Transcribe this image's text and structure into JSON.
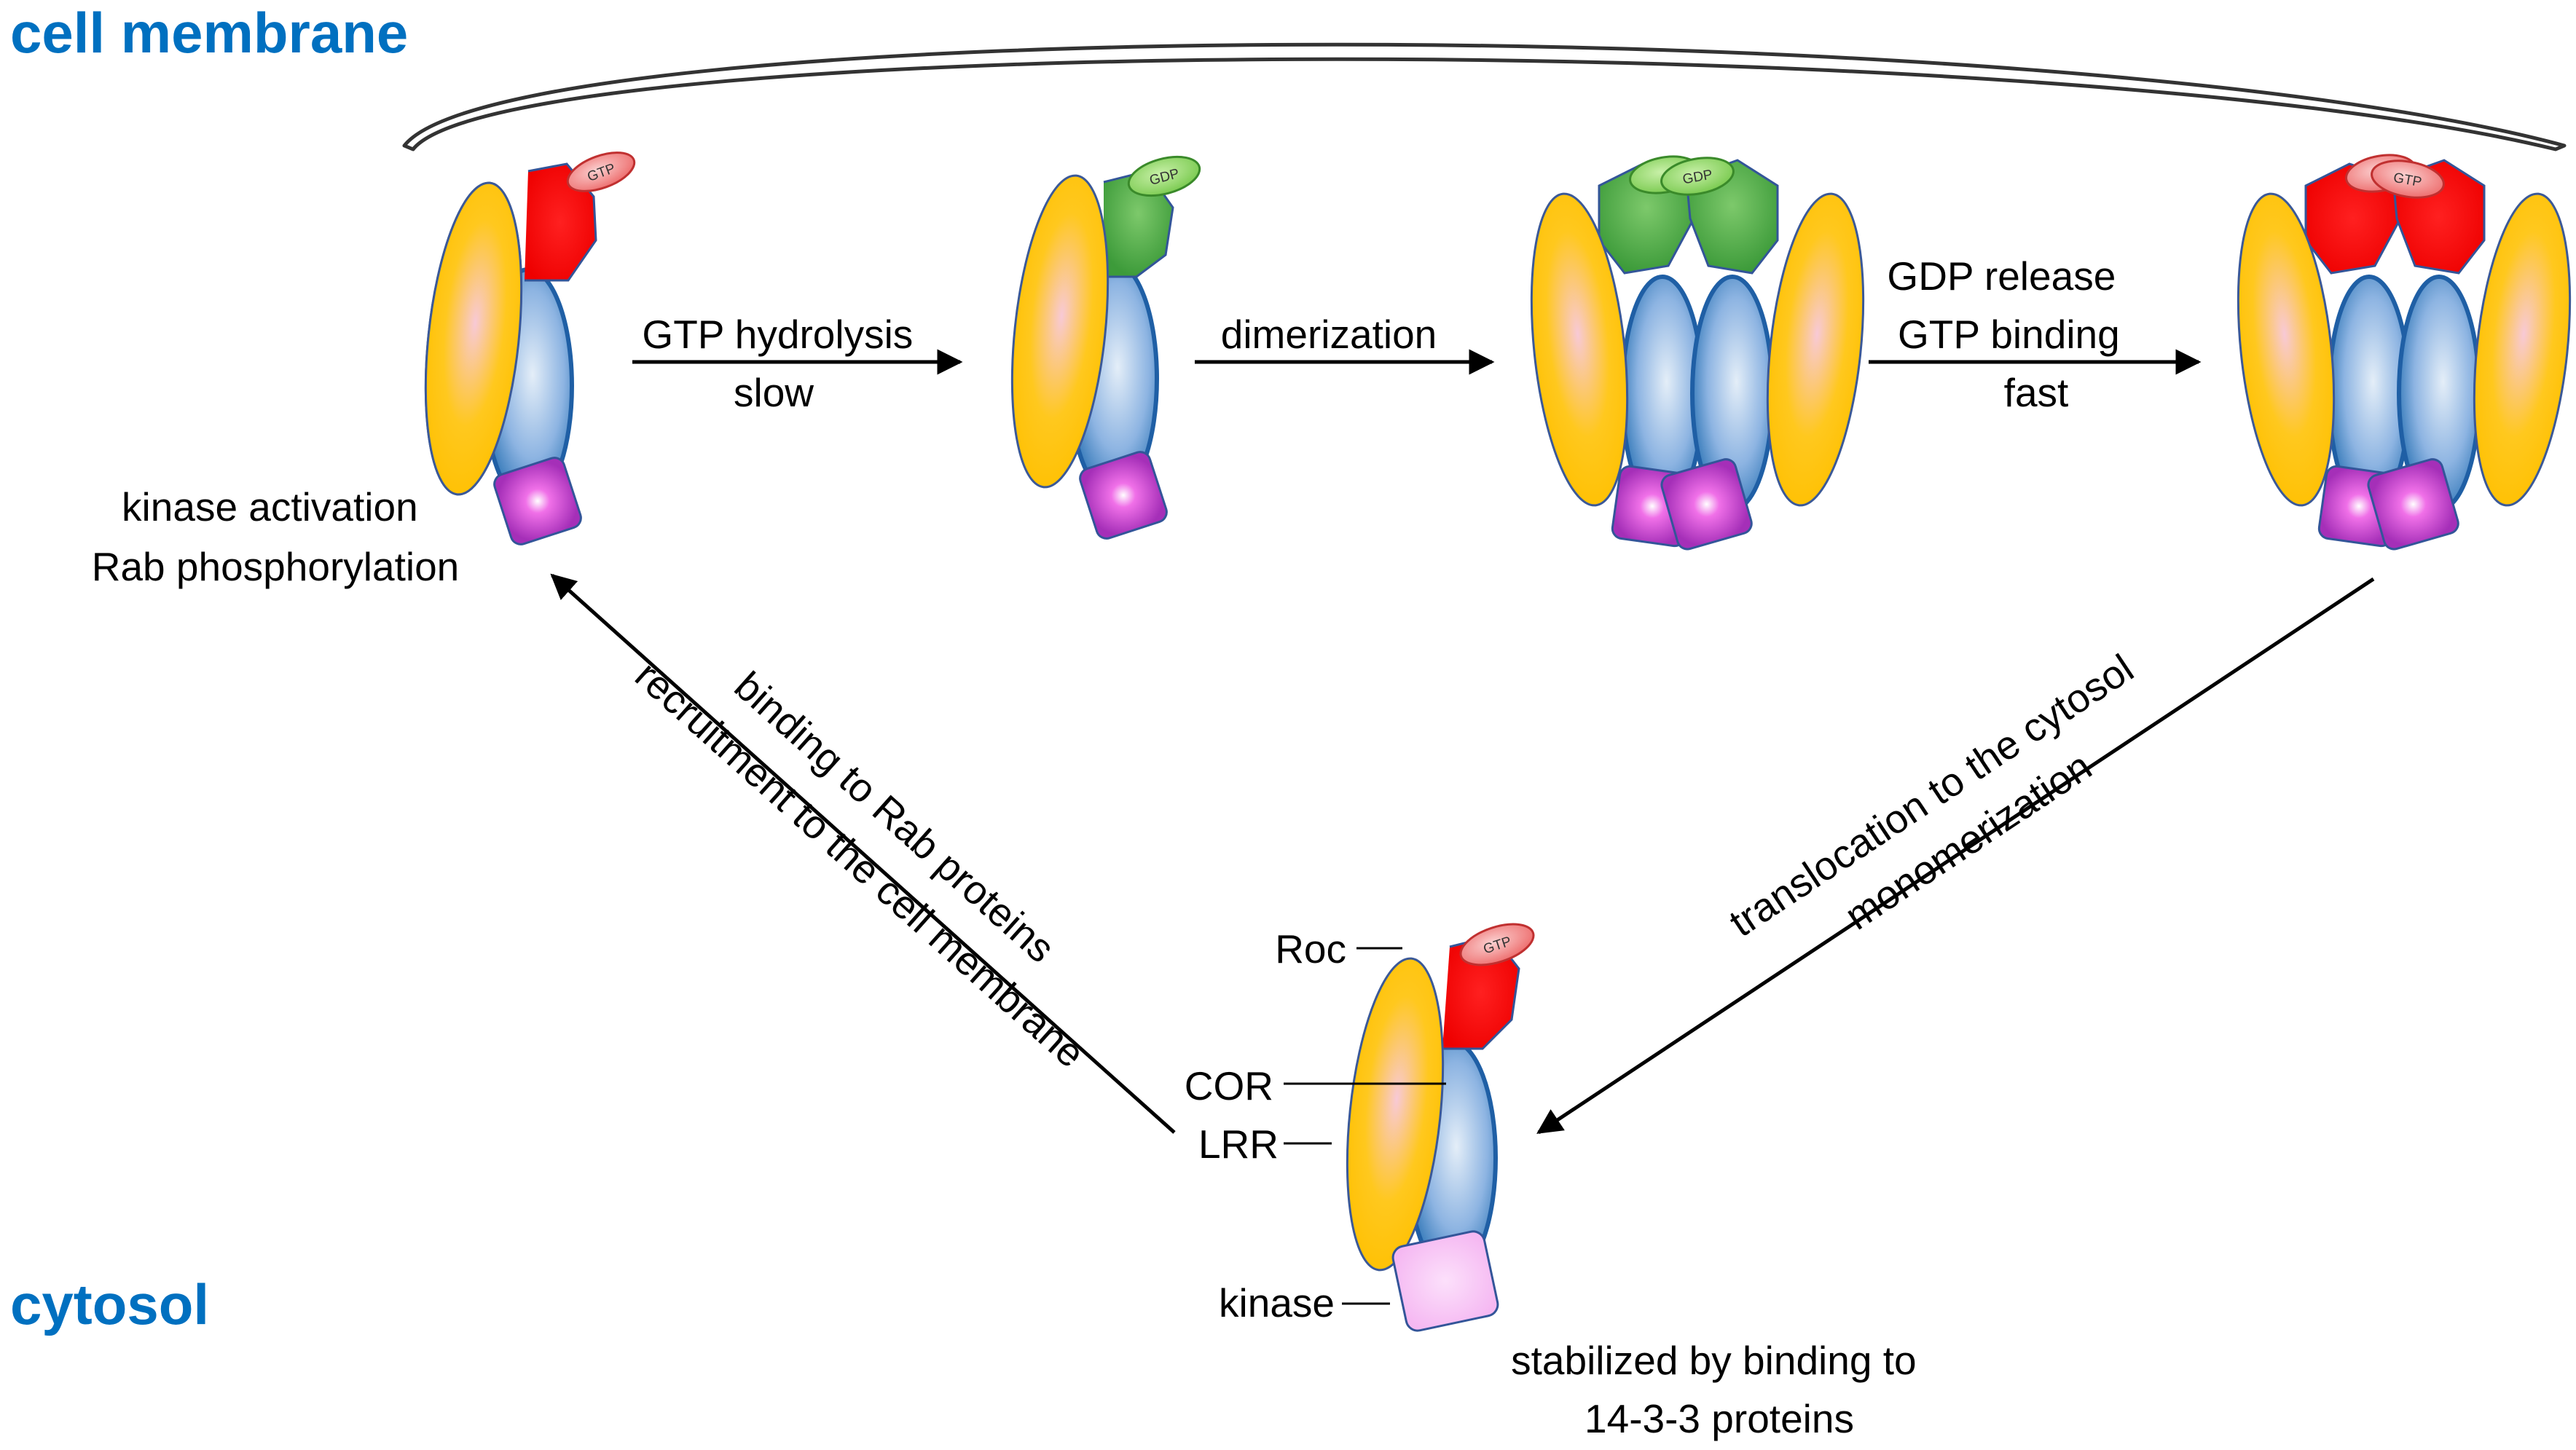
{
  "regions": {
    "top": "cell membrane",
    "bottom": "cytosol"
  },
  "nucleotides": {
    "gtp": "GTP",
    "gdp": "GDP"
  },
  "steps": {
    "hydrolysis": [
      "GTP hydrolysis",
      "slow"
    ],
    "dimerization": [
      "dimerization"
    ],
    "exchange": [
      "GDP release",
      "GTP binding",
      "fast"
    ],
    "translocation": [
      "translocation to the cytosol",
      "monomerization"
    ],
    "recruitment": [
      "binding to Rab proteins",
      "recruitment to the cell membrane"
    ],
    "activation": [
      "kinase activation",
      "Rab phosphorylation"
    ],
    "stabilization": [
      "stabilized by binding to",
      "14-3-3 proteins"
    ]
  },
  "domains": {
    "roc": "Roc",
    "cor": "COR",
    "lrr": "LRR",
    "kinase": "kinase"
  },
  "colors": {
    "region_text": "#0070C0",
    "lrr_armadillo": "#FFC000",
    "cor": "#2E75B6",
    "roc_gtp": "#FF0000",
    "roc_gdp": "#4CAF50",
    "kinase_active": "#B03FC0",
    "kinase_inactive": "#F7C6F5",
    "gtp_bubble": "#F08080",
    "gdp_bubble": "#8CD35F"
  }
}
